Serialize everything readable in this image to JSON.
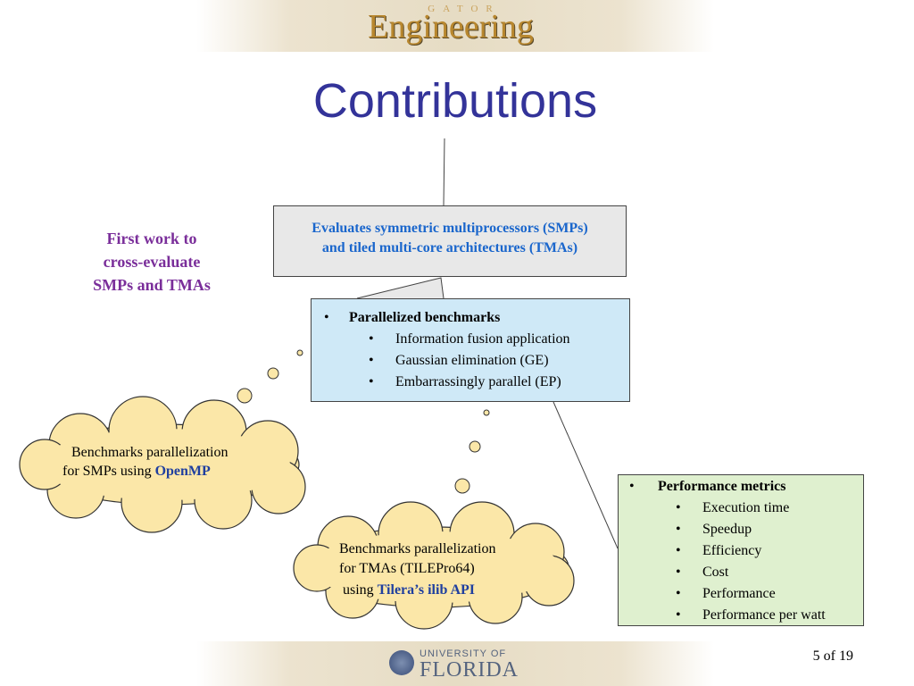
{
  "header": {
    "logo_small": "GATOR",
    "logo_main": "Engineering"
  },
  "title": "Contributions",
  "main_box": {
    "line1": "Evaluates symmetric multiprocessors (SMPs)",
    "line2": "and tiled multi-core architectures (TMAs)"
  },
  "bench_box": {
    "heading": "Parallelized benchmarks",
    "items": [
      "Information fusion application",
      "Gaussian elimination (GE)",
      "Embarrassingly parallel (EP)"
    ]
  },
  "perf_box": {
    "heading": "Performance metrics",
    "items": [
      "Execution time",
      "Speedup",
      "Efficiency",
      "Cost",
      "Performance",
      "Performance per watt"
    ]
  },
  "side_note": {
    "line1": "First work to",
    "line2": "cross-evaluate",
    "line3": "SMPs and TMAs"
  },
  "cloud_smp": {
    "line1": "Benchmarks parallelization",
    "line2_prefix": "for SMPs using ",
    "highlight": "OpenMP"
  },
  "cloud_tma": {
    "line1": "Benchmarks parallelization",
    "line2": "for TMAs (TILEPro64)",
    "line3_prefix": "using ",
    "highlight": "Tilera’s ilib API"
  },
  "bullet": "•",
  "footer": {
    "uf_small": "UNIVERSITY OF",
    "uf_big": "FLORIDA",
    "page": "5 of 19"
  },
  "colors": {
    "title": "#333399",
    "main_text": "#1a66cc",
    "side_note": "#7a2e9a",
    "cloud_fill": "#fbe7a8",
    "bench_fill": "#cfe9f7",
    "perf_fill": "#dff0cf",
    "highlight": "#1f3f9f"
  }
}
